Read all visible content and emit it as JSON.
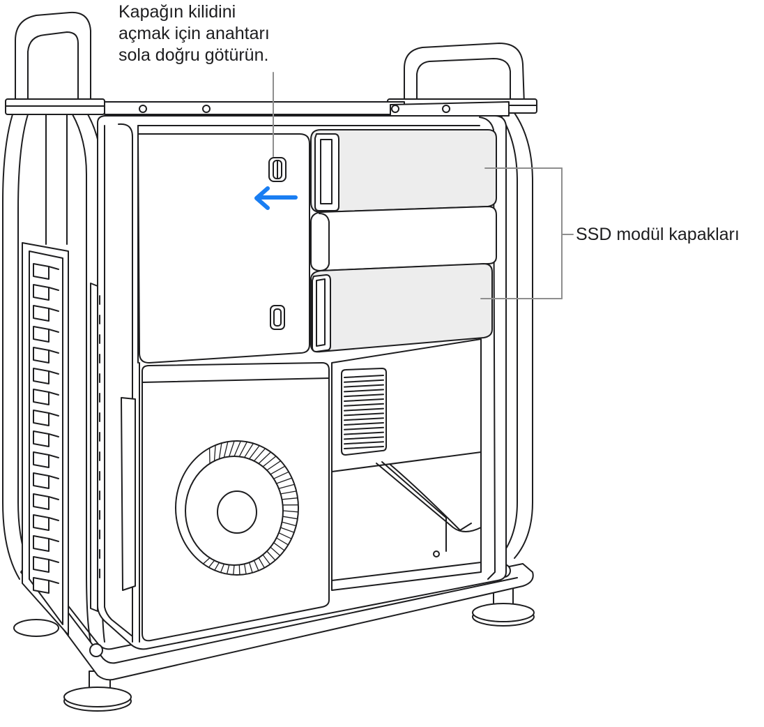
{
  "callouts": {
    "lock_switch": {
      "lines": [
        "Kapağın kilidini",
        "açmak için anahtarı",
        "sola doğru götürün."
      ]
    },
    "ssd_covers": "SSD modül kapakları"
  },
  "colors": {
    "arrow": "#1a7ef2",
    "ssd_cover_fill": "#ededed",
    "line": "#1d1d1f",
    "leader": "#8e8e8e"
  },
  "icons": {
    "direction": "left-arrow-icon",
    "fan": "fan-icon"
  }
}
